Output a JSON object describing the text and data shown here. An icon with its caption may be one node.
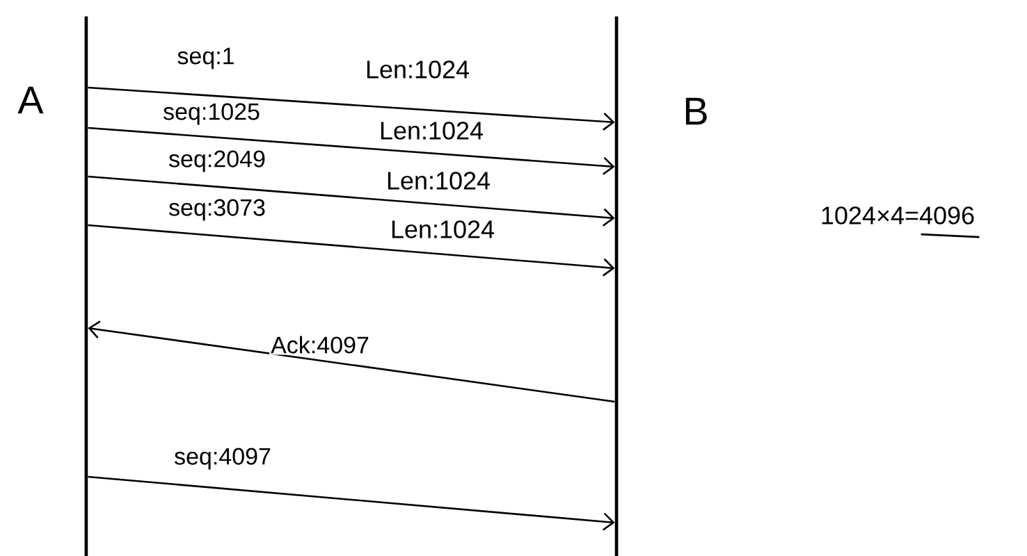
{
  "diagram": {
    "nodes": [
      {
        "text": [],
        "shape": "bar"
      },
      {
        "text": [],
        "shape": "bar"
      }
    ],
    "edges": [
      {
        "from": 0,
        "to": 1,
        "arrow": "to",
        "label": "seq:1"
      },
      {
        "from": 0,
        "to": 1,
        "arrow": "to",
        "label": "seq:1025"
      },
      {
        "from": 0,
        "to": 1,
        "arrow": "to",
        "label": "seq:2049"
      },
      {
        "from": 0,
        "to": 1,
        "arrow": "to",
        "label": "seq:3073"
      },
      {
        "from": 1,
        "to": 0,
        "arrow": "to",
        "label": "Ack:4097"
      },
      {
        "from": 0,
        "to": 1,
        "arrow": "to",
        "label": "seq:4097"
      }
    ],
    "labels": [
      "A",
      "Len:1024",
      "Len:1024",
      "Len:1024",
      "Len:1024",
      "B",
      "1024×4=4096"
    ]
  }
}
